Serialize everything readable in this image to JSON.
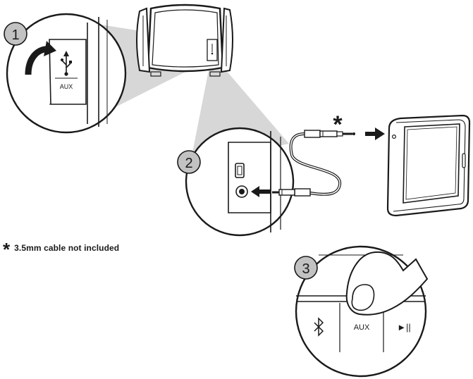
{
  "steps": [
    "1",
    "2",
    "3"
  ],
  "port_label": "AUX",
  "buttons": {
    "bluetooth_icon": "bluetooth-icon",
    "aux_label": "AUX",
    "play_pause_symbol": "►||"
  },
  "asterisk": "*",
  "footnote": {
    "symbol": "*",
    "text": "3.5mm cable not included"
  },
  "colors": {
    "line": "#1a1a1a",
    "badge": "#c2c2c2",
    "cone": "#cfcfcf"
  }
}
